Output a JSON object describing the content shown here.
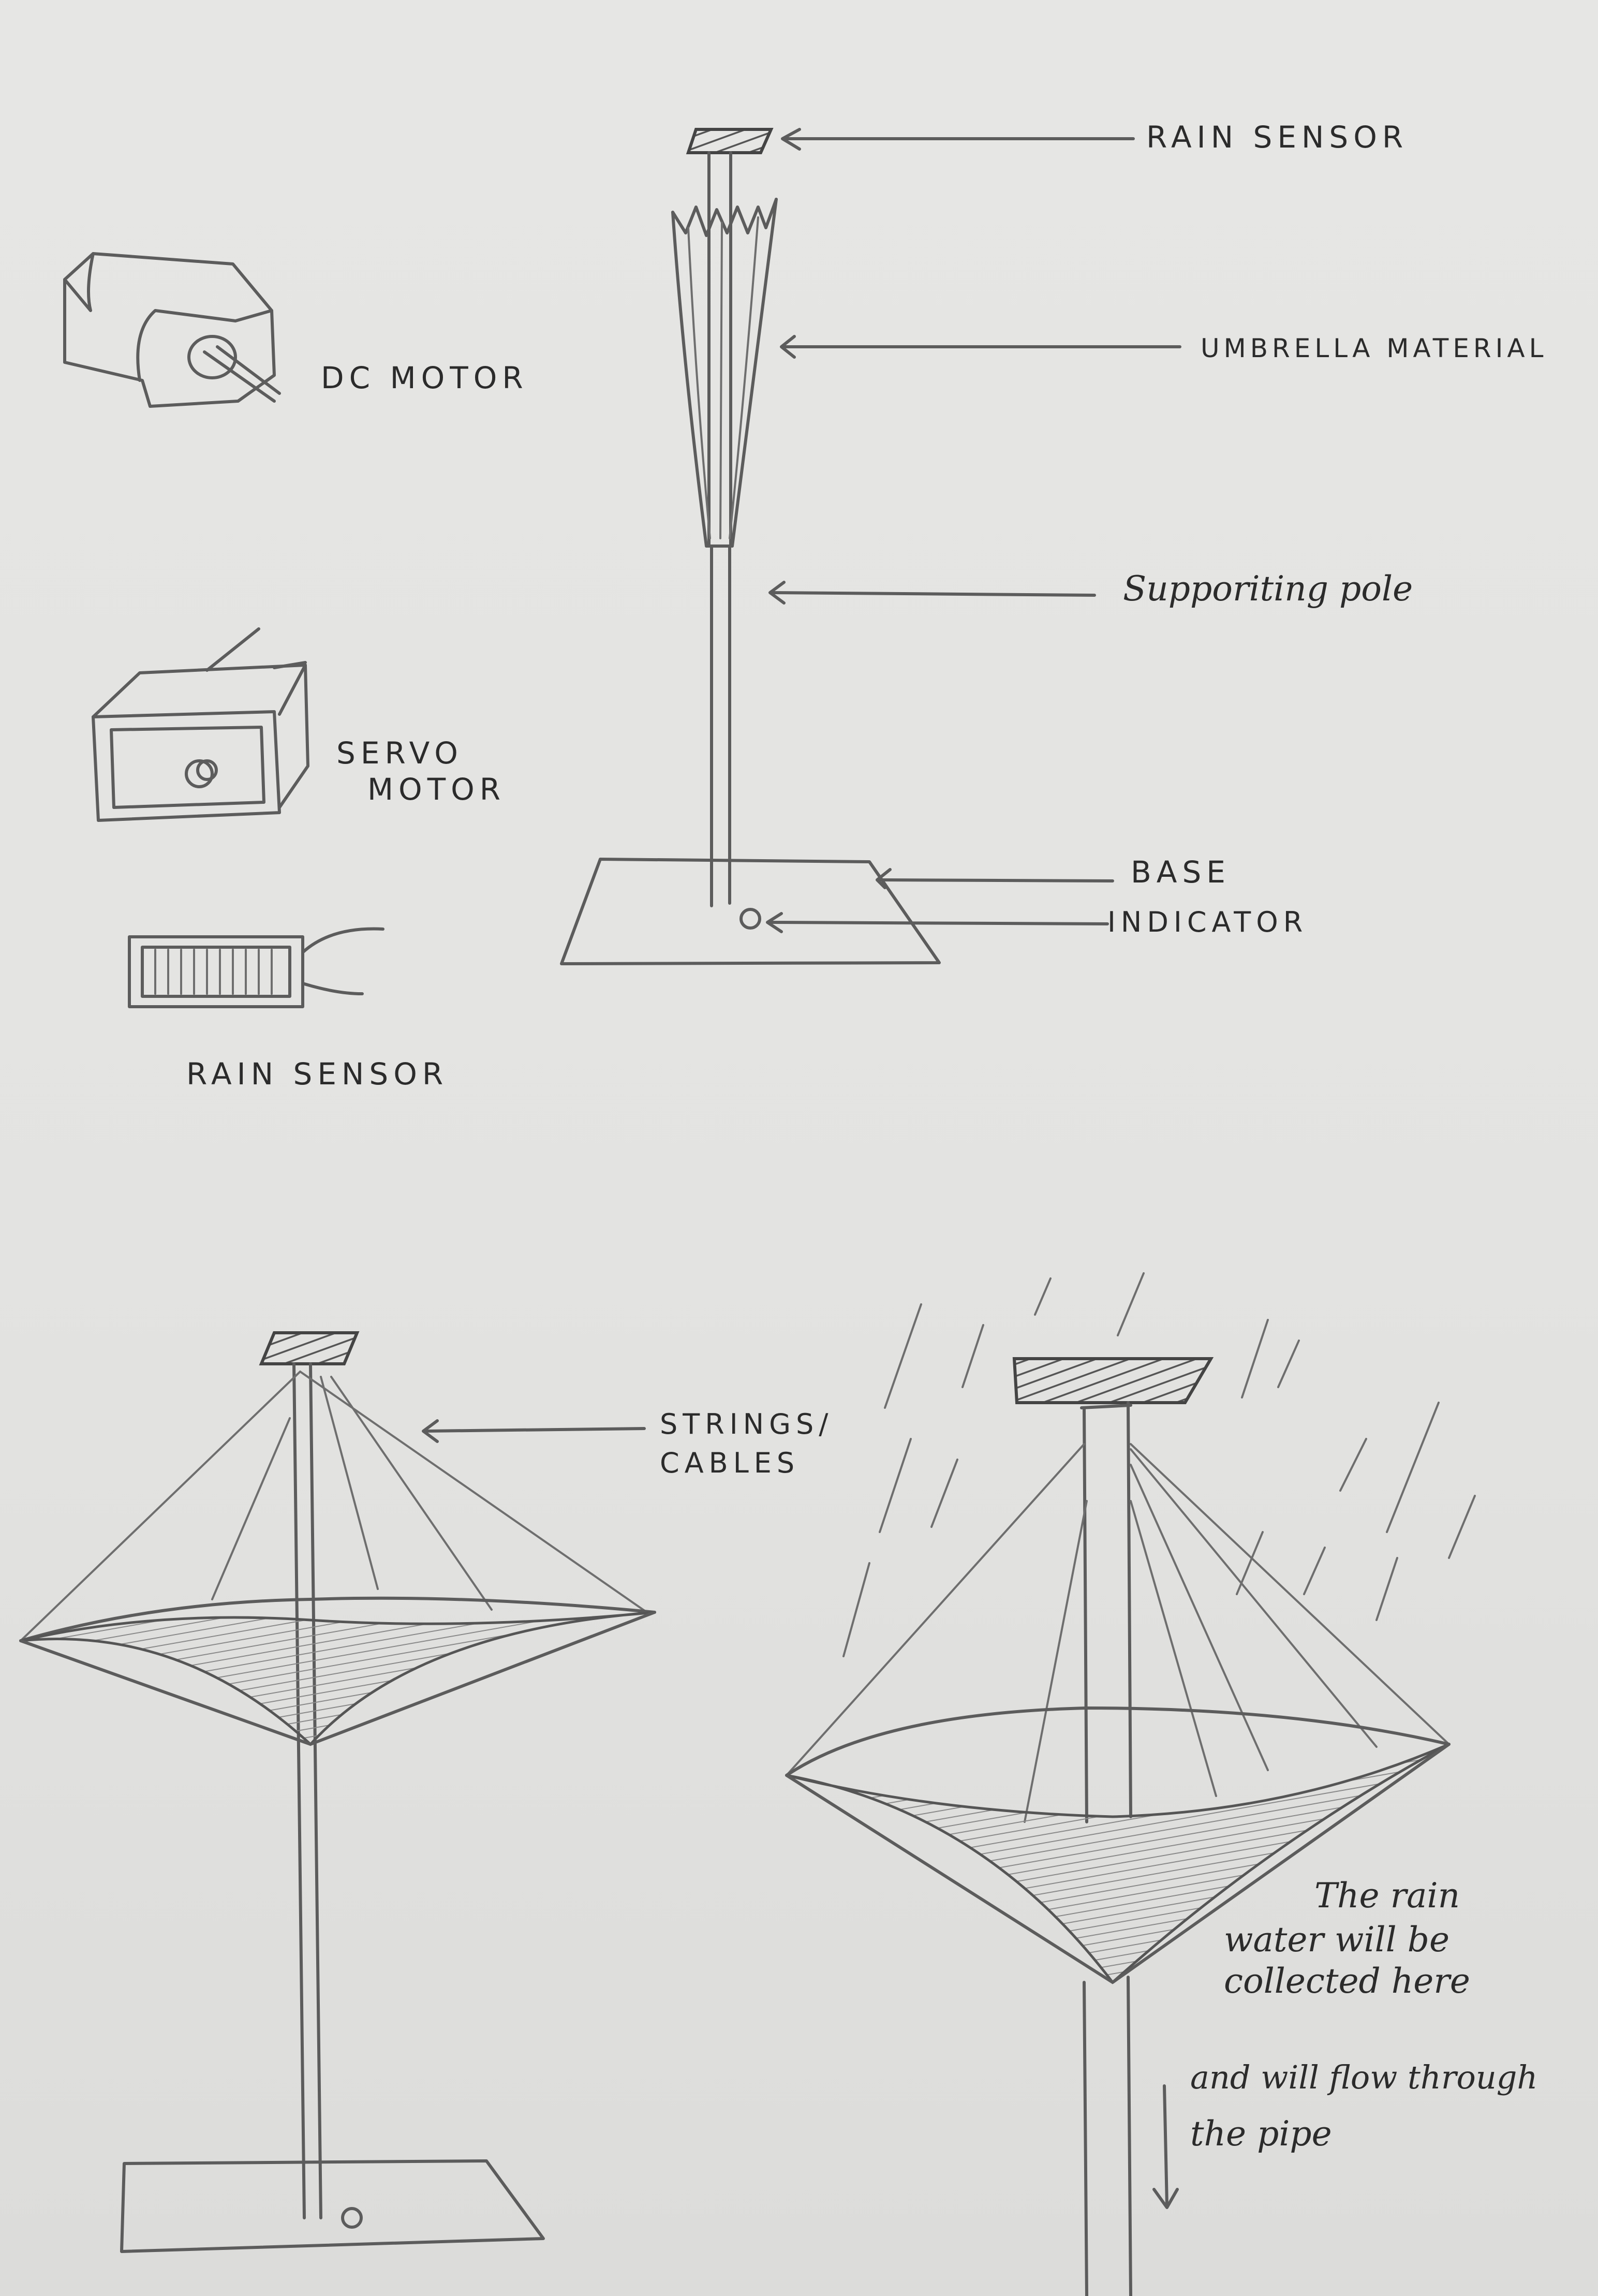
{
  "labels": {
    "rain_sensor_top": "RAIN SENSOR",
    "umbrella_material": "UMBRELLA MATERIAL",
    "supporting_pole": "Supporiting pole",
    "base": "BASE",
    "indicator": "INDICATOR",
    "dc_motor": "DC MOTOR",
    "servo_motor_line1": "SERVO",
    "servo_motor_line2": "MOTOR",
    "rain_sensor_component": "RAIN SENSOR",
    "strings_cables_line1": "STRINGS/",
    "strings_cables_line2": "CABLES",
    "collect_line1": "The rain",
    "collect_line2": "water will be",
    "collect_line3": "collected here",
    "flow_line1": "and will flow through",
    "flow_line2": "the pipe"
  }
}
